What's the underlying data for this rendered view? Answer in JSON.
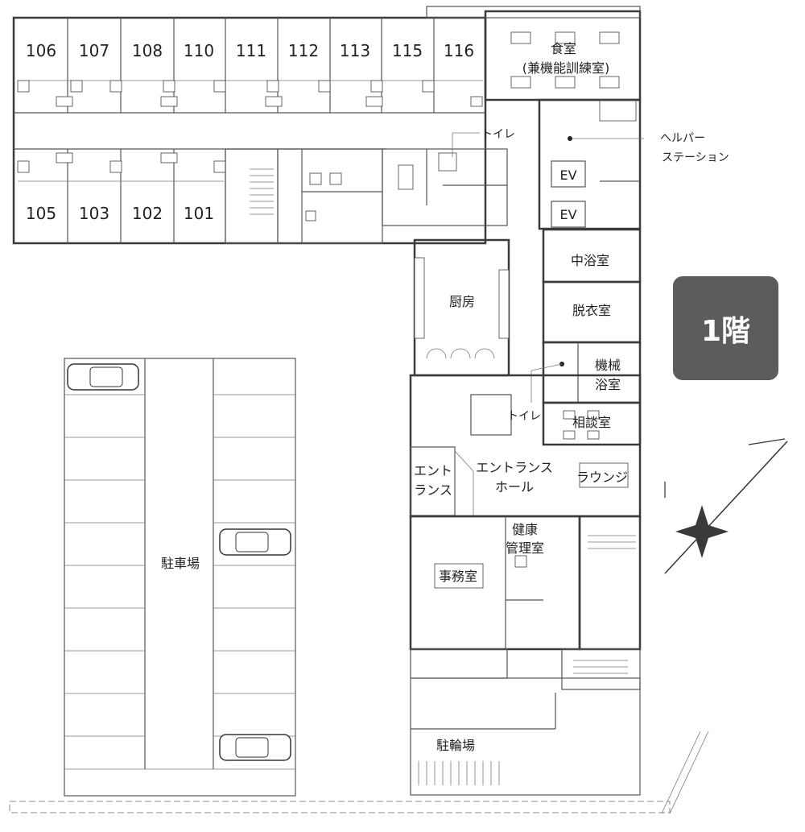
{
  "floor_badge": "1階",
  "rooms_upper": [
    "106",
    "107",
    "108",
    "110",
    "111",
    "112",
    "113",
    "115",
    "116"
  ],
  "rooms_lower": [
    "105",
    "103",
    "102",
    "101"
  ],
  "labels": {
    "dining_line1": "食室",
    "dining_line2": "(兼機能訓練室)",
    "toilet_top": "トイレ",
    "helper_line1": "ヘルパー",
    "helper_line2": "ステーション",
    "ev_1": "EV",
    "ev_2": "EV",
    "bath_medium": "中浴室",
    "kitchen": "厨房",
    "dressing": "脱衣室",
    "mech_bath_line1": "機械",
    "mech_bath_line2": "浴室",
    "toilet_mid": "トイレ",
    "consult": "相談室",
    "entrance_line1": "エント",
    "entrance_line2": "ランス",
    "hall_line1": "エントランス",
    "hall_line2": "ホール",
    "lounge": "ラウンジ",
    "health_line1": "健康",
    "health_line2": "管理室",
    "office": "事務室",
    "parking": "駐車場",
    "bicycle": "駐輪場"
  },
  "colors": {
    "wall": "#3a3a3a",
    "badge_bg": "#5c5c5c",
    "badge_text": "#ffffff"
  },
  "icons": {
    "north_arrow": "compass-star-icon",
    "car": "car-icon"
  }
}
